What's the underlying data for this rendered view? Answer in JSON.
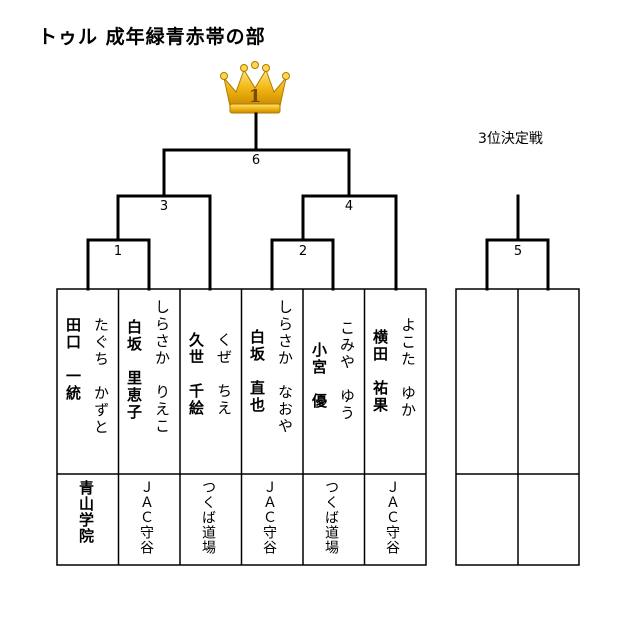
{
  "title": "トゥル  成年緑青赤帯の部",
  "third_place_title": "3位決定戦",
  "matches": {
    "m1": "1",
    "m2": "2",
    "m3": "3",
    "m4": "4",
    "m5": "5",
    "m6": "6"
  },
  "crown_number": "1",
  "entrants": [
    {
      "kana": "たぐち　かずと",
      "name": "田口　一統",
      "club": "青山学院"
    },
    {
      "kana": "しらさか　りえこ",
      "name": "白坂　里恵子",
      "club": "ＪＡＣ守谷"
    },
    {
      "kana": "くぜ　ちえ",
      "name": "久世　千絵",
      "club": "つくば道場"
    },
    {
      "kana": "しらさか　なおや",
      "name": "白坂　直也",
      "club": "ＪＡＣ守谷"
    },
    {
      "kana": "こみや　ゆう",
      "name": "小宮　優",
      "club": "つくば道場"
    },
    {
      "kana": "よこた　ゆか",
      "name": "横田　祐果",
      "club": "ＪＡＣ守谷"
    }
  ],
  "colors": {
    "lines": "#000000",
    "crown_gold": "#f2b714",
    "crown_dark": "#c98a00"
  }
}
